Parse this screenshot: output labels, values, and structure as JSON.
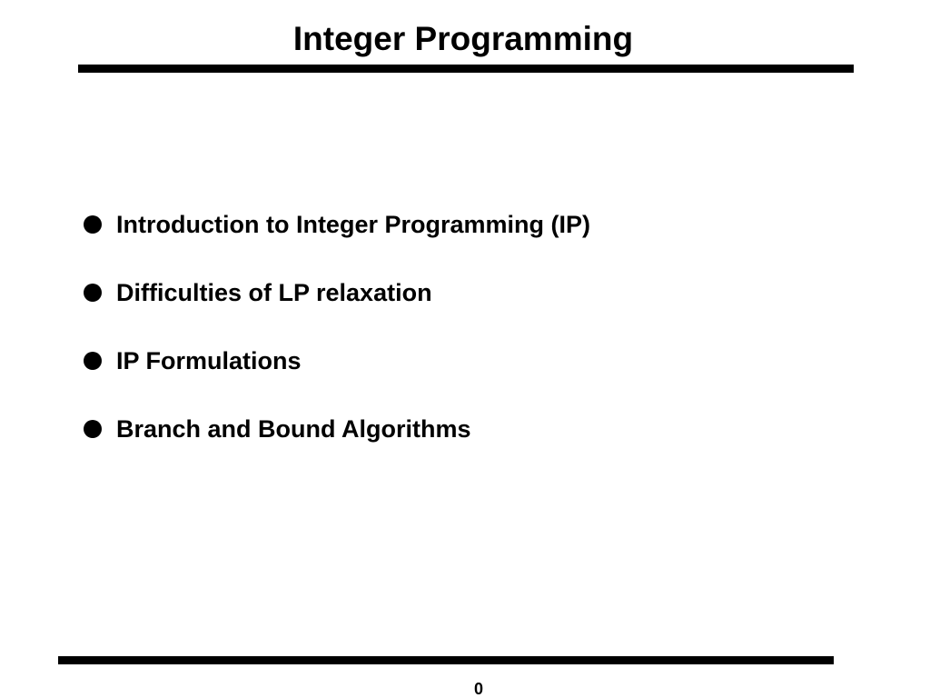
{
  "slide": {
    "title": "Integer Programming",
    "bullets": [
      "Introduction to Integer Programming (IP)",
      "Difficulties of LP relaxation",
      "IP Formulations",
      "Branch and Bound Algorithms"
    ],
    "page_number": "0"
  }
}
